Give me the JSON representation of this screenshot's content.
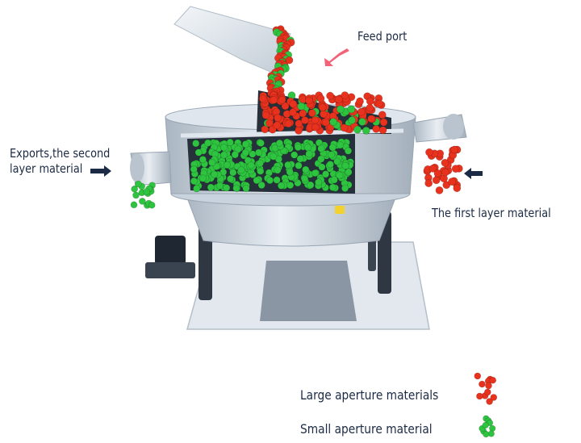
{
  "labels": {
    "feed_port": "Feed port",
    "exports_line1": "Exports,the second",
    "exports_line2": "layer material",
    "first_layer": "The first layer material"
  },
  "legend": [
    {
      "label": "Large aperture materials",
      "color": "#e8321e"
    },
    {
      "label": "Small aperture material",
      "color": "#2ec440"
    }
  ],
  "colors": {
    "large_particle": "#e8321e",
    "small_particle": "#2ec440",
    "feed_arrow": "#f2637a",
    "text": "#1c2b45",
    "machine_metal": "#c9d3dd",
    "machine_dark": "#2e3742"
  }
}
